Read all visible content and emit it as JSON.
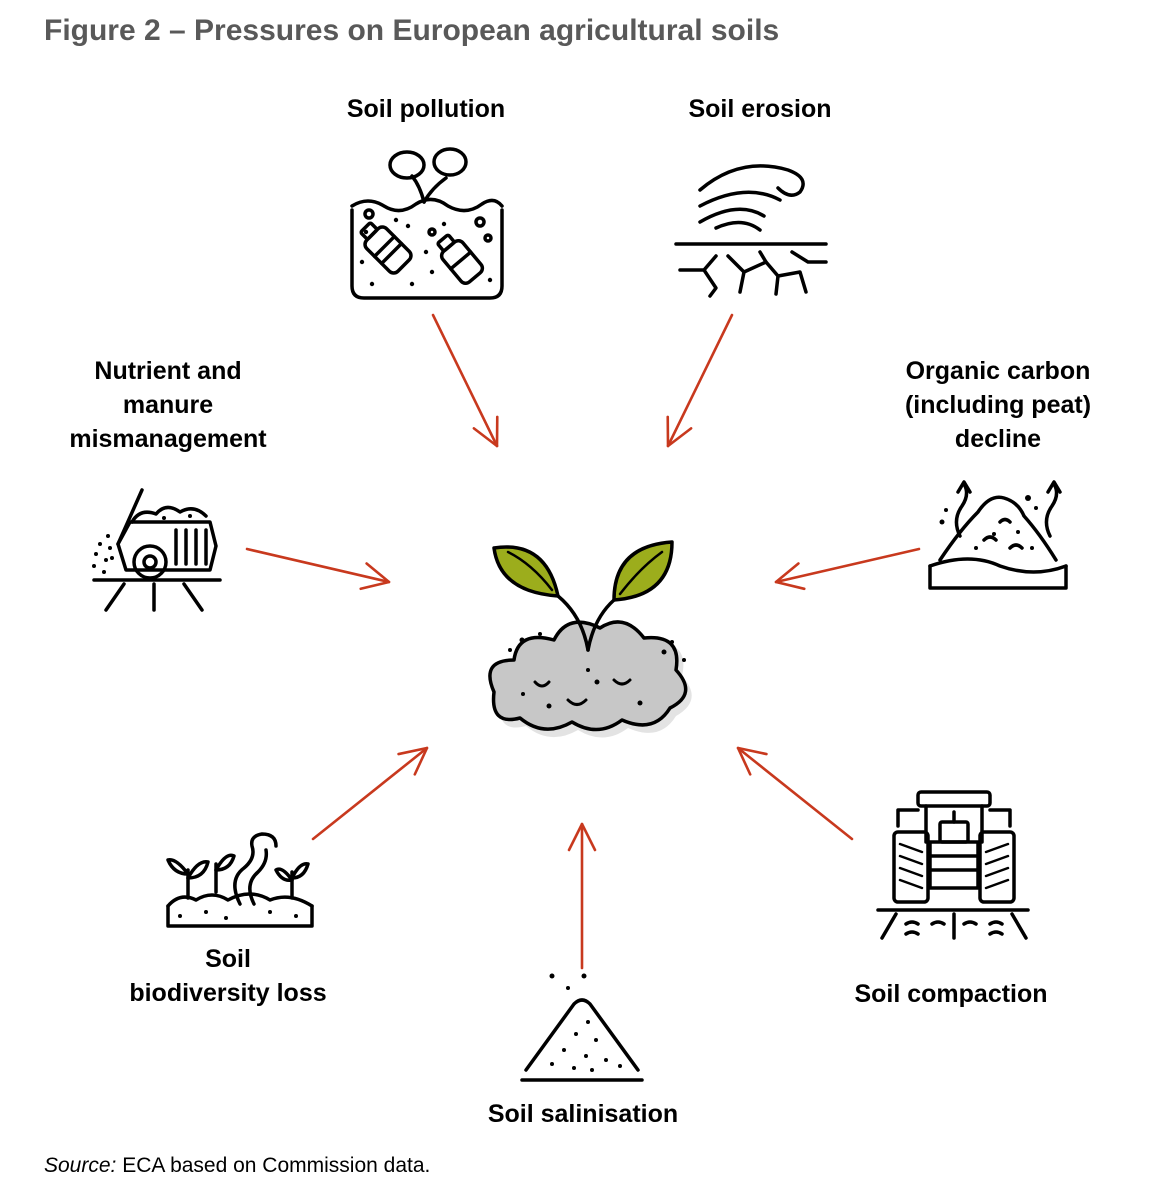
{
  "figure": {
    "title": "Figure 2 – Pressures on European agricultural soils"
  },
  "pressures": {
    "soil_pollution": {
      "label": "Soil pollution",
      "icon": "soil-pollution-icon"
    },
    "soil_erosion": {
      "label": "Soil erosion",
      "icon": "soil-erosion-icon"
    },
    "nutrient_manure": {
      "label_lines": [
        "Nutrient and",
        "manure",
        "mismanagement"
      ],
      "icon": "manure-spreader-icon"
    },
    "organic_carbon": {
      "label_lines": [
        "Organic carbon",
        "(including peat)",
        "decline"
      ],
      "icon": "peat-decline-icon"
    },
    "biodiversity": {
      "label_lines": [
        "Soil",
        "biodiversity loss"
      ],
      "icon": "soil-biodiversity-icon"
    },
    "salinisation": {
      "label": "Soil salinisation",
      "icon": "salt-pile-icon"
    },
    "compaction": {
      "label": "Soil compaction",
      "icon": "tractor-icon"
    }
  },
  "center": {
    "icon": "healthy-soil-seedling-icon"
  },
  "colors": {
    "arrow": "#c8391e",
    "title": "#595959",
    "leaf": "#9cad1c",
    "soil": "#c7c7c7",
    "soil_shadow": "#e3e3e3",
    "line": "#000000"
  },
  "source": {
    "prefix": "Source:",
    "text": " ECA based on Commission data."
  }
}
